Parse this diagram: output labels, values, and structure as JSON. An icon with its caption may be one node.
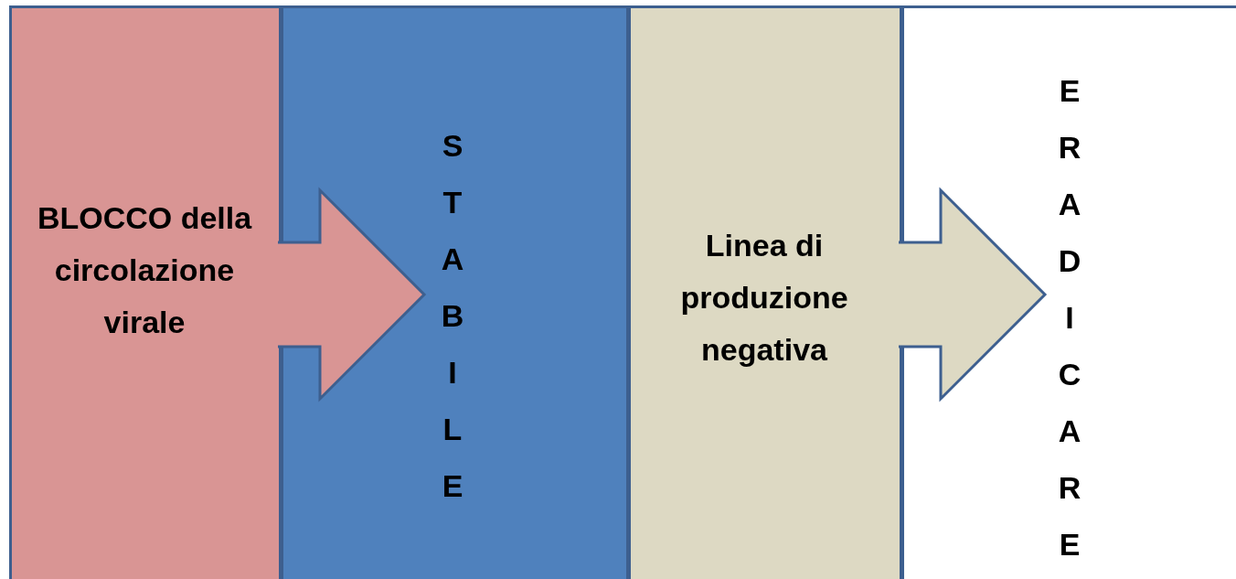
{
  "diagram": {
    "nodes": [
      {
        "text": [
          "BLOCCO della circolazione virale"
        ]
      },
      {
        "text": [
          "STABILE"
        ]
      },
      {
        "text": [
          "Linea di produzione negativa"
        ]
      },
      {
        "text": [
          "ERADICARE"
        ]
      }
    ],
    "edges": [
      {
        "from": 0,
        "to": 1,
        "arrow": "to"
      },
      {
        "from": 2,
        "to": 3,
        "arrow": "to"
      }
    ]
  }
}
